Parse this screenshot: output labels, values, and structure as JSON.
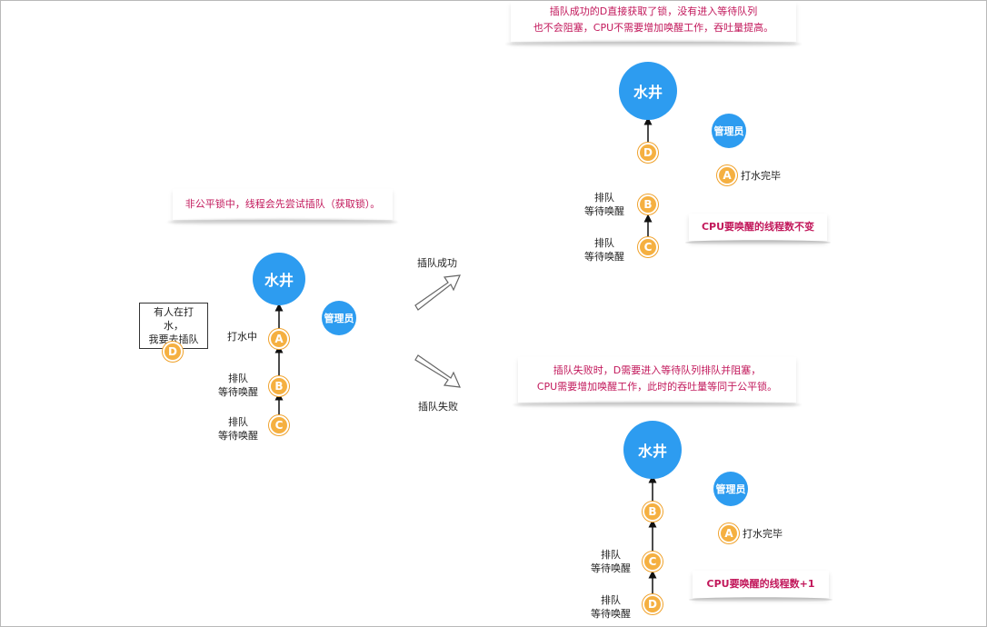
{
  "center": {
    "note": [
      "非公平锁中，线程会先尝试插队（获取锁）。"
    ],
    "well": "水井",
    "admin": "管理员",
    "box": [
      "有人在打水，",
      "我要去插队"
    ],
    "nodes": {
      "d": "D",
      "a": "A",
      "b": "B",
      "c": "C"
    },
    "labels": {
      "a": "打水中",
      "b": [
        "排队",
        "等待唤醒"
      ],
      "c": [
        "排队",
        "等待唤醒"
      ]
    }
  },
  "arrows": {
    "success": "插队成功",
    "failure": "插队失败"
  },
  "top": {
    "note": [
      "插队成功的D直接获取了锁，没有进入等待队列",
      "也不会阻塞，CPU不需要增加唤醒工作，吞吐量提高。"
    ],
    "well": "水井",
    "admin": "管理员",
    "nodes": {
      "d": "D",
      "b": "B",
      "c": "C",
      "a": "A"
    },
    "labels": {
      "b": [
        "排队",
        "等待唤醒"
      ],
      "c": [
        "排队",
        "等待唤醒"
      ],
      "a": "打水完毕"
    },
    "status": "CPU要唤醒的线程数不变"
  },
  "bottom": {
    "note": [
      "插队失败时，D需要进入等待队列排队并阻塞，",
      "CPU需要增加唤醒工作，此时的吞吐量等同于公平锁。"
    ],
    "well": "水井",
    "admin": "管理员",
    "nodes": {
      "b": "B",
      "c": "C",
      "d": "D",
      "a": "A"
    },
    "labels": {
      "c": [
        "排队",
        "等待唤醒"
      ],
      "d": [
        "排队",
        "等待唤醒"
      ],
      "a": "打水完毕"
    },
    "status": "CPU要唤醒的线程数+1"
  },
  "colors": {
    "blue": "#2d9cf0",
    "orange": "#f5b041",
    "note_text": "#c2185b"
  }
}
